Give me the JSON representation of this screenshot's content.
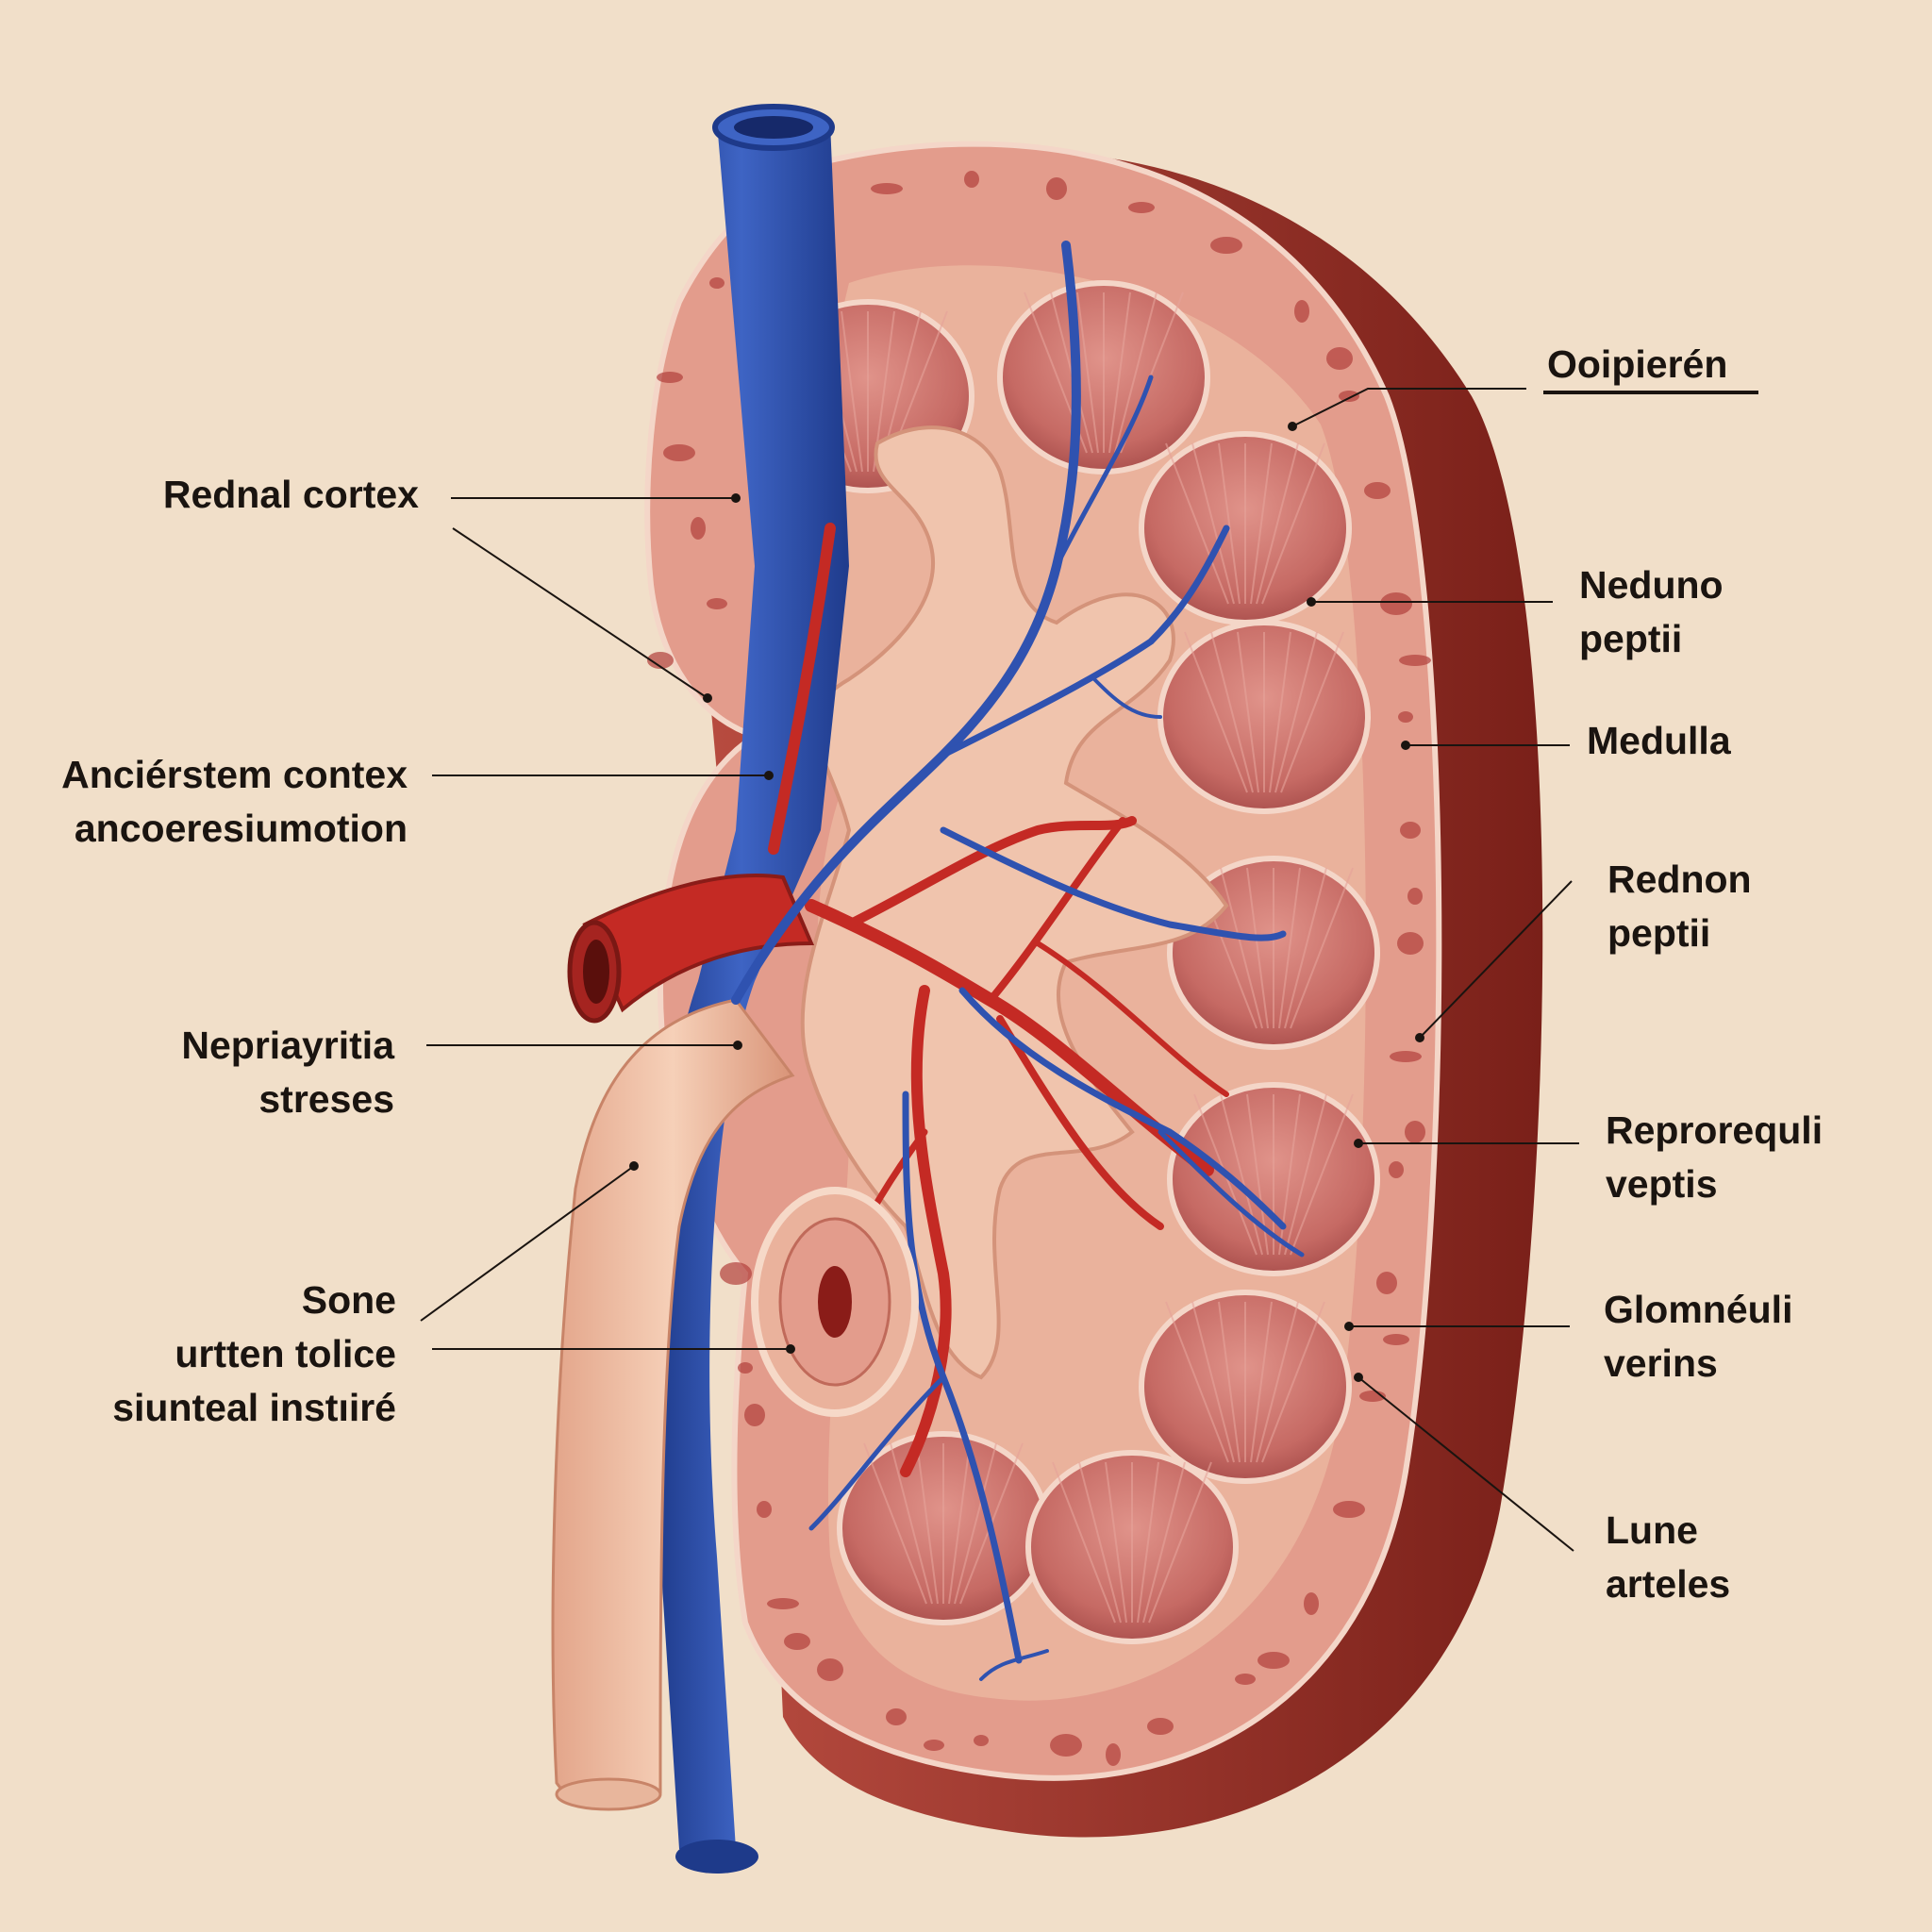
{
  "labels": {
    "top_right": "Ooipierén",
    "renal_cortex": "Rednal cortex",
    "ancierstem": [
      "Anciérstem contex",
      "ancoeresiumotion"
    ],
    "nepriayritia": [
      "Nepriayritia",
      "streses"
    ],
    "sone": [
      "Sone",
      "urtten tolice",
      "siunteal instıiré"
    ],
    "neduno": [
      "Neduno",
      "peptii"
    ],
    "medulla": "Medulla",
    "rednon": [
      "Rednon",
      "peptii"
    ],
    "reprorequli": [
      "Reprorequli",
      "veptis"
    ],
    "glomneuli": [
      "Glomnéuli",
      "verins"
    ],
    "lune": [
      "Lune",
      "arteles"
    ]
  },
  "colors": {
    "background": "#f1dfc9",
    "vein": "#2c4ea8",
    "artery": "#c42a24",
    "capsule": "#8e2a22",
    "cortex": "#e8a090",
    "pyramid": "#c8706a",
    "pelvis": "#ecb89a",
    "leader": "#1a1410"
  }
}
